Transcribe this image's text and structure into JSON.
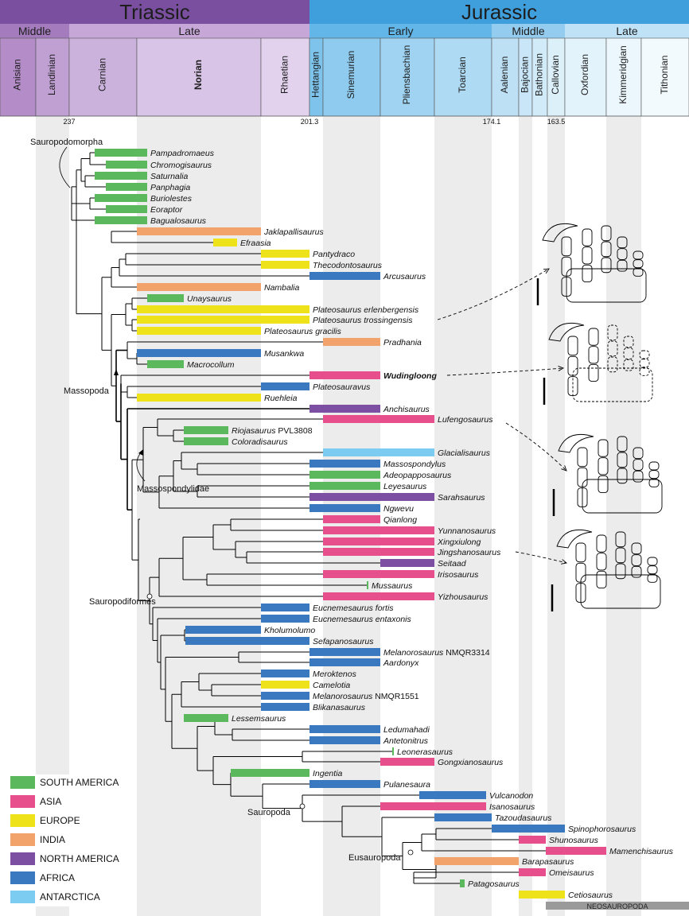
{
  "periods": [
    {
      "label": "Triassic",
      "color": "#7a4fa0"
    },
    {
      "label": "Jurassic",
      "color": "#3f9fdc"
    }
  ],
  "epochs": [
    {
      "label": "Middle",
      "color": "#a47cbd"
    },
    {
      "label": "Late",
      "color": "#c7a6d8"
    },
    {
      "label": "Early",
      "color": "#62b6e8"
    },
    {
      "label": "Middle",
      "color": "#94ccef"
    },
    {
      "label": "Late",
      "color": "#c0e2f6"
    }
  ],
  "stages": [
    {
      "label": "Anisian",
      "bold": false
    },
    {
      "label": "Landinian",
      "bold": false
    },
    {
      "label": "Carnian",
      "bold": false
    },
    {
      "label": "Norian",
      "bold": true
    },
    {
      "label": "Rhaetian",
      "bold": false
    },
    {
      "label": "Hettangian",
      "bold": false
    },
    {
      "label": "Sinemurian",
      "bold": false
    },
    {
      "label": "Pliensbachian",
      "bold": false
    },
    {
      "label": "Toarcian",
      "bold": false
    },
    {
      "label": "Aalenian",
      "bold": false
    },
    {
      "label": "Bajocian",
      "bold": false
    },
    {
      "label": "Bathonian",
      "bold": false
    },
    {
      "label": "Callovian",
      "bold": false
    },
    {
      "label": "Oxfordian",
      "bold": false
    },
    {
      "label": "Kimmeridgian",
      "bold": false
    },
    {
      "label": "Tithonian",
      "bold": false
    }
  ],
  "age_ticks": [
    "237",
    "201.3",
    "174.1",
    "163.5"
  ],
  "taxa": [
    {
      "name": "Pampadromaeus",
      "region": "south_america"
    },
    {
      "name": "Chromogisaurus",
      "region": "south_america"
    },
    {
      "name": "Saturnalia",
      "region": "south_america"
    },
    {
      "name": "Panphagia",
      "region": "south_america"
    },
    {
      "name": "Buriolestes",
      "region": "south_america"
    },
    {
      "name": "Eoraptor",
      "region": "south_america"
    },
    {
      "name": "Bagualosaurus",
      "region": "south_america"
    },
    {
      "name": "Jaklapallisaurus",
      "region": "india"
    },
    {
      "name": "Efraasia",
      "region": "europe"
    },
    {
      "name": "Pantydraco",
      "region": "europe"
    },
    {
      "name": "Thecodontosaurus",
      "region": "europe"
    },
    {
      "name": "Arcusaurus",
      "region": "africa"
    },
    {
      "name": "Nambalia",
      "region": "india"
    },
    {
      "name": "Unaysaurus",
      "region": "south_america"
    },
    {
      "name": "Plateosaurus erlenbergensis",
      "region": "europe"
    },
    {
      "name": "Plateosaurus trossingensis",
      "region": "europe"
    },
    {
      "name": "Plateosaurus gracilis",
      "region": "europe"
    },
    {
      "name": "Pradhania",
      "region": "india"
    },
    {
      "name": "Musankwa",
      "region": "africa"
    },
    {
      "name": "Macrocollum",
      "region": "south_america"
    },
    {
      "name": "Wudingloong",
      "region": "asia"
    },
    {
      "name": "Plateosauravus",
      "region": "africa"
    },
    {
      "name": "Ruehleia",
      "region": "europe"
    },
    {
      "name": "Anchisaurus",
      "region": "north_america"
    },
    {
      "name": "Lufengosaurus",
      "region": "asia"
    },
    {
      "name": "Riojasaurus",
      "suffix": "PVL3808",
      "region": "south_america"
    },
    {
      "name": "Coloradisaurus",
      "region": "south_america"
    },
    {
      "name": "Glacialisaurus",
      "region": "antarctica"
    },
    {
      "name": "Massospondylus",
      "region": "africa"
    },
    {
      "name": "Adeopapposaurus",
      "region": "south_america"
    },
    {
      "name": "Leyesaurus",
      "region": "south_america"
    },
    {
      "name": "Sarahsaurus",
      "region": "north_america"
    },
    {
      "name": "Ngwevu",
      "region": "africa"
    },
    {
      "name": "Qianlong",
      "region": "asia"
    },
    {
      "name": "Yunnanosaurus",
      "region": "asia"
    },
    {
      "name": "Xingxiulong",
      "region": "asia"
    },
    {
      "name": "Jingshanosaurus",
      "region": "asia"
    },
    {
      "name": "Seitaad",
      "region": "north_america"
    },
    {
      "name": "Irisosaurus",
      "region": "asia"
    },
    {
      "name": "Mussaurus",
      "region": "south_america"
    },
    {
      "name": "Yizhousaurus",
      "region": "asia"
    },
    {
      "name": "Eucnemesaurus fortis",
      "region": "africa"
    },
    {
      "name": "Eucnemesaurus entaxonis",
      "region": "africa"
    },
    {
      "name": "Kholumolumo",
      "region": "africa"
    },
    {
      "name": "Sefapanosaurus",
      "region": "africa"
    },
    {
      "name": "Melanorosaurus",
      "suffix": "NMQR3314",
      "region": "africa"
    },
    {
      "name": "Aardonyx",
      "region": "africa"
    },
    {
      "name": "Meroktenos",
      "region": "africa"
    },
    {
      "name": "Camelotia",
      "region": "europe"
    },
    {
      "name": "Melanorosaurus",
      "suffix": "NMQR1551",
      "region": "africa"
    },
    {
      "name": "Blikanasaurus",
      "region": "africa"
    },
    {
      "name": "Lessemsaurus",
      "region": "south_america"
    },
    {
      "name": "Ledumahadi",
      "region": "africa"
    },
    {
      "name": "Antetonitrus",
      "region": "africa"
    },
    {
      "name": "Leonerasaurus",
      "region": "south_america"
    },
    {
      "name": "Gongxianosaurus",
      "region": "asia"
    },
    {
      "name": "Ingentia",
      "region": "south_america"
    },
    {
      "name": "Pulanesaura",
      "region": "africa"
    },
    {
      "name": "Vulcanodon",
      "region": "africa"
    },
    {
      "name": "Isanosaurus",
      "region": "asia"
    },
    {
      "name": "Tazoudasaurus",
      "region": "africa"
    },
    {
      "name": "Spinophorosaurus",
      "region": "africa"
    },
    {
      "name": "Shunosaurus",
      "region": "asia"
    },
    {
      "name": "Mamenchisaurus",
      "region": "asia"
    },
    {
      "name": "Barapasaurus",
      "region": "india"
    },
    {
      "name": "Omeisaurus",
      "region": "asia"
    },
    {
      "name": "Patagosaurus",
      "region": "south_america"
    },
    {
      "name": "Cetiosaurus",
      "region": "europe"
    }
  ],
  "neosauropoda_label": "NEOSAUROPODA",
  "clades": {
    "sauropodomorpha": "Sauropodomorpha",
    "massopoda": "Massopoda",
    "massospondylidae": "Massospondylidae",
    "sauropodiformes": "Sauropodiformes",
    "sauropoda": "Sauropoda",
    "eusauropoda": "Eusauropoda"
  },
  "legend": [
    {
      "key": "south_america",
      "label": "SOUTH AMERICA",
      "color": "#5cb85c"
    },
    {
      "key": "asia",
      "label": "ASIA",
      "color": "#e64f8b"
    },
    {
      "key": "europe",
      "label": "EUROPE",
      "color": "#eee31a"
    },
    {
      "key": "india",
      "label": "INDIA",
      "color": "#f2a36b"
    },
    {
      "key": "north_america",
      "label": "NORTH AMERICA",
      "color": "#7c4fa2"
    },
    {
      "key": "africa",
      "label": "AFRICA",
      "color": "#3a79c0"
    },
    {
      "key": "antarctica",
      "label": "ANTARCTICA",
      "color": "#7ccbf0"
    }
  ],
  "hand_illustrations": [
    {
      "taxon": "Plateosaurus trossingensis",
      "icon": "manus-claw-drawing"
    },
    {
      "taxon": "Wudingloong",
      "icon": "manus-claw-drawing"
    },
    {
      "taxon": "Lufengosaurus",
      "icon": "manus-claw-drawing"
    },
    {
      "taxon": "Jingshanosaurus",
      "icon": "manus-claw-drawing"
    }
  ]
}
